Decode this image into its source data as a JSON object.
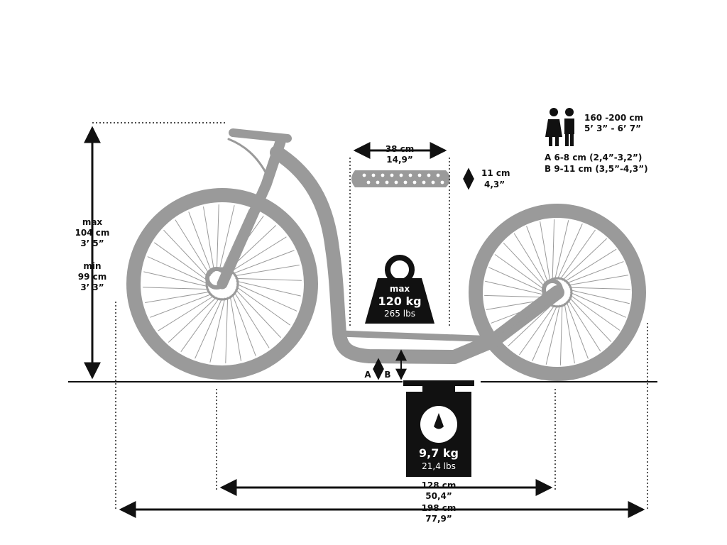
{
  "height": {
    "max_label": "max",
    "max_cm": "104 cm",
    "max_in": "3’ 5”",
    "min_label": "min",
    "min_cm": "99 cm",
    "min_in": "3’ 3”"
  },
  "deck": {
    "length_cm": "38 cm",
    "length_in": "14,9”",
    "width_cm": "11 cm",
    "width_in": "4,3”"
  },
  "max_load": {
    "label": "max",
    "kg": "120 kg",
    "lbs": "265 lbs"
  },
  "weight": {
    "kg": "9,7 kg",
    "lbs": "21,4 lbs"
  },
  "wheelbase": {
    "cm": "128 cm",
    "in": "50,4”"
  },
  "length": {
    "cm": "198 cm",
    "in": "77,9”"
  },
  "ground_clearance": {
    "a_label": "A",
    "b_label": "B",
    "a_range": "A 6-8 cm (2,4”-3,2”)",
    "b_range": "B 9-11 cm (3,5”-4,3”)"
  },
  "rider": {
    "cm": "160 -200 cm",
    "ft": "5’ 3” - 6’ 7”"
  },
  "colors": {
    "frame": "#9a9a9a",
    "dark": "#111111"
  }
}
